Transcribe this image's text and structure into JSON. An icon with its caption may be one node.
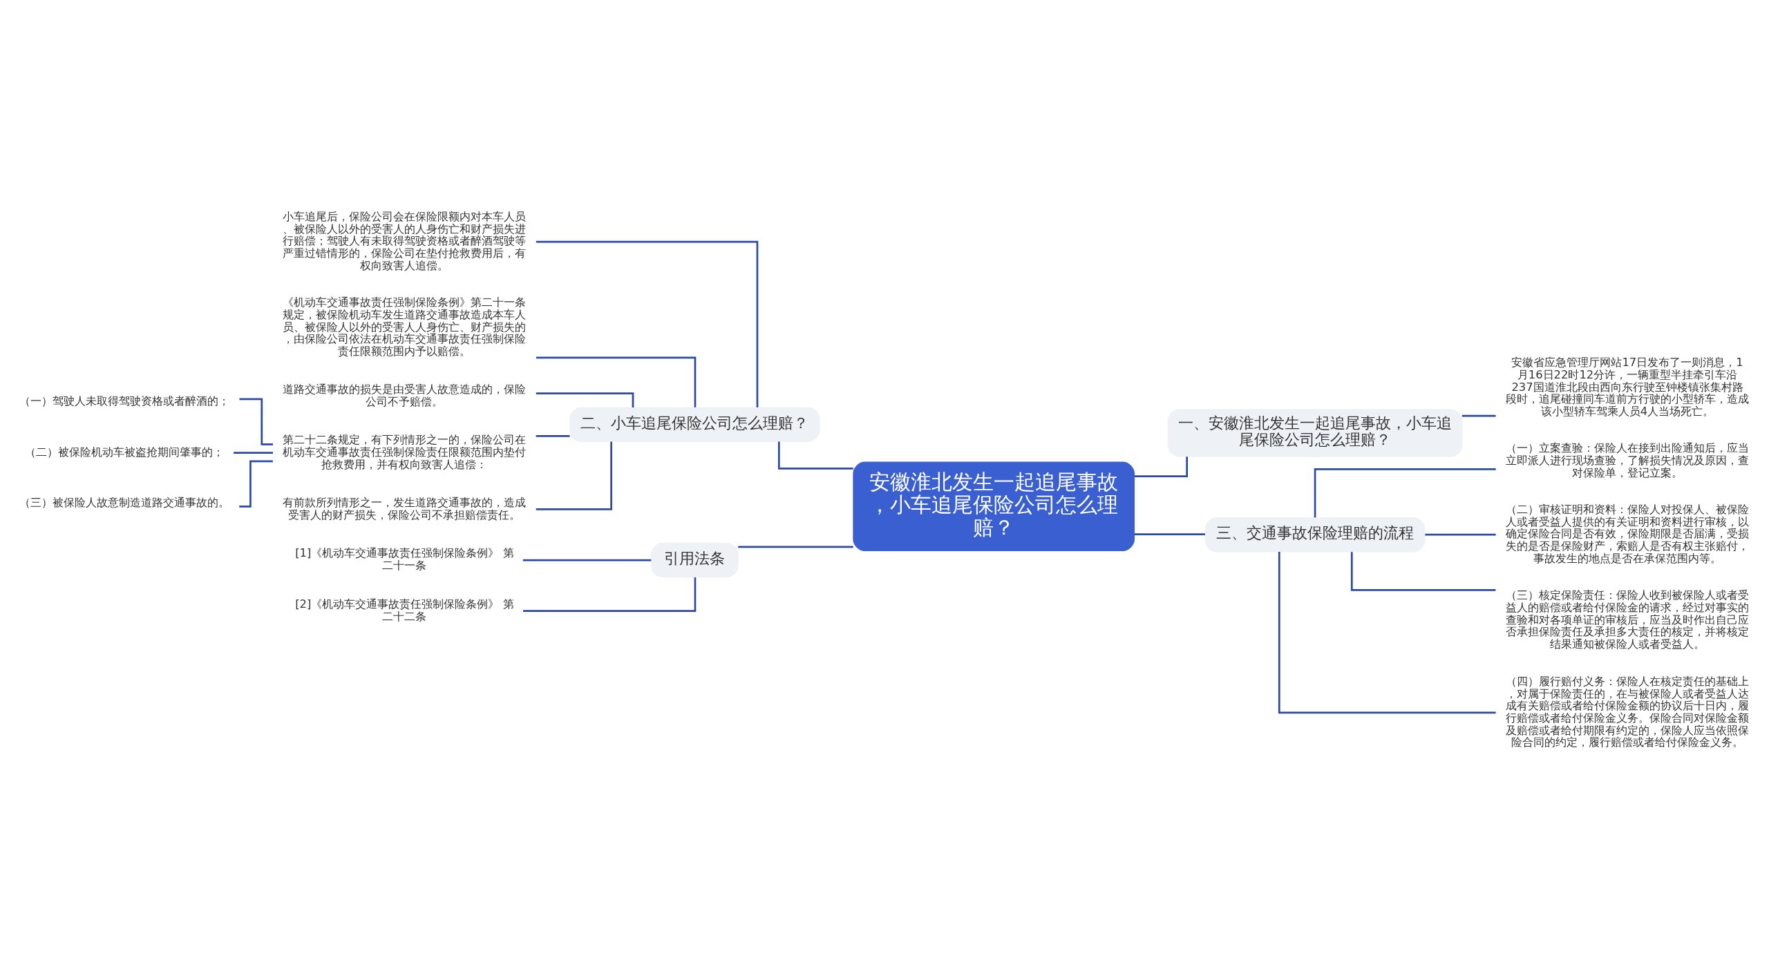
{
  "diagram": {
    "nodes": [
      {
        "text": [
          "安徽淮北发生一起追尾事故，小车追尾保险公司怎么理赔？"
        ]
      },
      {
        "text": [
          "一、安徽淮北发生一起追尾事故，小车追尾保险公司怎么理赔？"
        ]
      },
      {
        "text": [
          "安徽省应急管理厅网站17日发布了一则消息，1月16日22时12分许，一辆重型半挂牵引车沿237国道淮北段由西向东行驶至钟楼镇张集村路段时，追尾碰撞同车道前方行驶的小型轿车，造成该小型轿车驾乘人员4人当场死亡。"
        ]
      },
      {
        "text": [
          "二、小车追尾保险公司怎么理赔？"
        ]
      },
      {
        "text": [
          "小车追尾后，保险公司会在保险限额内对本车人员、被保险人以外的受害人的人身伤亡和财产损失进行赔偿；驾驶人有未取得驾驶资格或者醉酒驾驶等严重过错情形的，保险公司在垫付抢救费用后，有权向致害人追偿。"
        ]
      },
      {
        "text": [
          "《机动车交通事故责任强制保险条例》第二十一条规定，被保险机动车发生道路交通事故造成本车人员、被保险人以外的受害人人身伤亡、财产损失的，由保险公司依法在机动车交通事故责任强制保险责任限额范围内予以赔偿。"
        ]
      },
      {
        "text": [
          "道路交通事故的损失是由受害人故意造成的，保险公司不予赔偿。"
        ]
      },
      {
        "text": [
          "第二十二条规定，有下列情形之一的，保险公司在机动车交通事故责任强制保险责任限额范围内垫付抢救费用，并有权向致害人追偿："
        ]
      },
      {
        "text": [
          "有前款所列情形之一，发生道路交通事故的，造成受害人的财产损失，保险公司不承担赔偿责任。"
        ]
      },
      {
        "text": [
          "（一）驾驶人未取得驾驶资格或者醉酒的；"
        ]
      },
      {
        "text": [
          "（二）被保险机动车被盗抢期间肇事的；"
        ]
      },
      {
        "text": [
          "（三）被保险人故意制造道路交通事故的。"
        ]
      },
      {
        "text": [
          "三、交通事故保险理赔的流程"
        ]
      },
      {
        "text": [
          "（一）立案查验：保险人在接到出险通知后，应当立即派人进行现场查验，了解损失情况及原因，查对保险单，登记立案。"
        ]
      },
      {
        "text": [
          "（二）审核证明和资料：保险人对投保人、被保险人或者受益人提供的有关证明和资料进行审核，以确定保险合同是否有效，保险期限是否届满，受损失的是否是保险财产，索赔人是否有权主张赔付，事故发生的地点是否在承保范围内等。"
        ]
      },
      {
        "text": [
          "（三）核定保险责任：保险人收到被保险人或者受益人的赔偿或者给付保险金的请求，经过对事实的查验和对各项单证的审核后，应当及时作出自己应否承担保险责任及承担多大责任的核定，并将核定结果通知被保险人或者受益人。"
        ]
      },
      {
        "text": [
          "（四）履行赔付义务：保险人在核定责任的基础上，对属于保险责任的，在与被保险人或者受益人达成有关赔偿或者给付保险金额的协议后十日内，履行赔偿或者给付保险金义务。保险合同对保险金额及赔偿或者给付期限有约定的，保险人应当依照保险合同的约定，履行赔偿或者给付保险金义务。"
        ]
      },
      {
        "text": [
          "引用法条"
        ]
      },
      {
        "text": [
          "[1]《机动车交通事故责任强制保险条例》 第二十一条"
        ]
      },
      {
        "text": [
          "[2]《机动车交通事故责任强制保险条例》 第二十二条"
        ]
      }
    ],
    "edges": [
      {
        "from": 0,
        "to": 1,
        "arrow": "none"
      },
      {
        "from": 1,
        "to": 2,
        "arrow": "none"
      },
      {
        "from": 0,
        "to": 3,
        "arrow": "none"
      },
      {
        "from": 3,
        "to": 4,
        "arrow": "none"
      },
      {
        "from": 3,
        "to": 5,
        "arrow": "none"
      },
      {
        "from": 3,
        "to": 6,
        "arrow": "none"
      },
      {
        "from": 3,
        "to": 7,
        "arrow": "none"
      },
      {
        "from": 3,
        "to": 8,
        "arrow": "none"
      },
      {
        "from": 7,
        "to": 9,
        "arrow": "none"
      },
      {
        "from": 7,
        "to": 10,
        "arrow": "none"
      },
      {
        "from": 7,
        "to": 11,
        "arrow": "none"
      },
      {
        "from": 0,
        "to": 12,
        "arrow": "none"
      },
      {
        "from": 12,
        "to": 13,
        "arrow": "none"
      },
      {
        "from": 12,
        "to": 14,
        "arrow": "none"
      },
      {
        "from": 12,
        "to": 15,
        "arrow": "none"
      },
      {
        "from": 12,
        "to": 16,
        "arrow": "none"
      },
      {
        "from": 0,
        "to": 17,
        "arrow": "none"
      },
      {
        "from": 17,
        "to": 18,
        "arrow": "none"
      },
      {
        "from": 17,
        "to": 19,
        "arrow": "none"
      }
    ]
  }
}
